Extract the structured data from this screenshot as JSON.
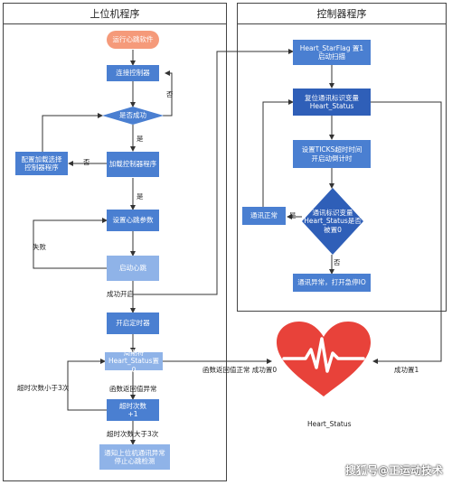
{
  "left_lane": {
    "title": "上位机程序",
    "start": "运行心跳软件",
    "connect": "连接控制器",
    "decision_success": "是否成功",
    "config": "配置加载选择\n控制器程序",
    "load_program": "加载控制器程序",
    "set_params": "设置心跳参数",
    "start_heartbeat": "启动心跳",
    "start_timer": "开启定时器",
    "poll": "周期将\nHeart_Status置0",
    "count": "超时次数\n+1",
    "notify": "通知上位机通讯异常\n停止心跳检测",
    "label_no_right": "否",
    "label_yes_1": "是",
    "label_no_left": "否",
    "label_yes_2": "是",
    "label_fail": "失败",
    "label_success_start": "成功开启",
    "label_read_abnormal": "函数返回值异常",
    "label_count_lt3": "超时次数小于3次",
    "label_count_gt3": "超时次数大于3次"
  },
  "right_lane": {
    "title": "控制器程序",
    "set_flag": "Heart_StarFlag 置1\n启动扫描",
    "reset_status": "复位通讯标识变量\nHeart_Status",
    "set_ticks": "设置TICKS超时时间\n开启动倒计时",
    "decision_status": "通讯标识变量\nHeart_Status是否\n被置0",
    "comm_ok": "通讯正常",
    "comm_abnormal": "通讯异常，打开急停IO",
    "label_yes": "是",
    "label_no": "否"
  },
  "middle": {
    "label_read_ok": "函数返回值正常 成功置0",
    "label_set1": "成功置1",
    "heart_caption": "Heart_Status"
  },
  "watermark": "搜狐号@正运动技术",
  "colors": {
    "box_blue": "#4a7fd1",
    "box_dark": "#2f5fb8",
    "box_light": "#8fb3e8",
    "start_orange": "#f59a7a",
    "heart_red": "#e8423a"
  }
}
